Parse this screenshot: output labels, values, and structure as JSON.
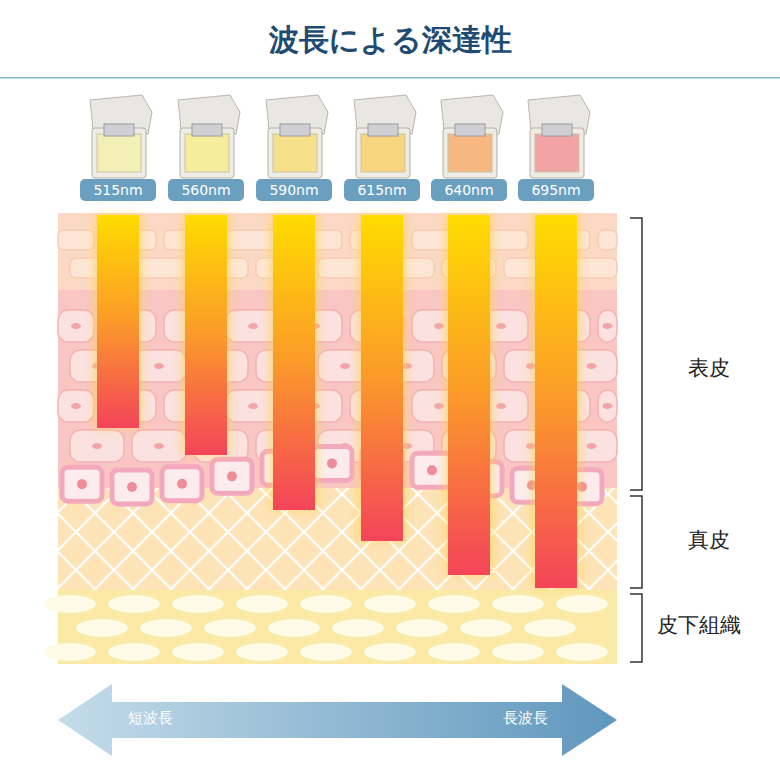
{
  "diagram": {
    "title": "波長による深達性",
    "nodes": [
      {
        "text": [
          "515nm"
        ]
      },
      {
        "text": [
          "560nm"
        ]
      },
      {
        "text": [
          "590nm"
        ]
      },
      {
        "text": [
          "615nm"
        ]
      },
      {
        "text": [
          "640nm"
        ]
      },
      {
        "text": [
          "695nm"
        ]
      }
    ],
    "labels": [
      "表皮",
      "真皮",
      "皮下組織",
      "短波長",
      "長波長"
    ]
  }
}
